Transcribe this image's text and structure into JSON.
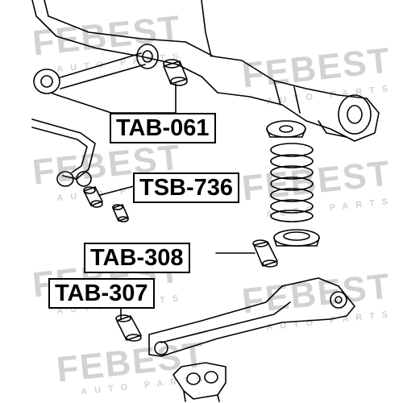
{
  "watermark": {
    "brand": "FEBEST",
    "tagline": "AUTO PARTS"
  },
  "labels": {
    "tab061": "TAB-061",
    "tsb736": "TSB-736",
    "tab308": "TAB-308",
    "tab307": "TAB-307"
  },
  "colors": {
    "line": "#000000",
    "watermark": "#d2d2d2",
    "background": "#ffffff"
  }
}
